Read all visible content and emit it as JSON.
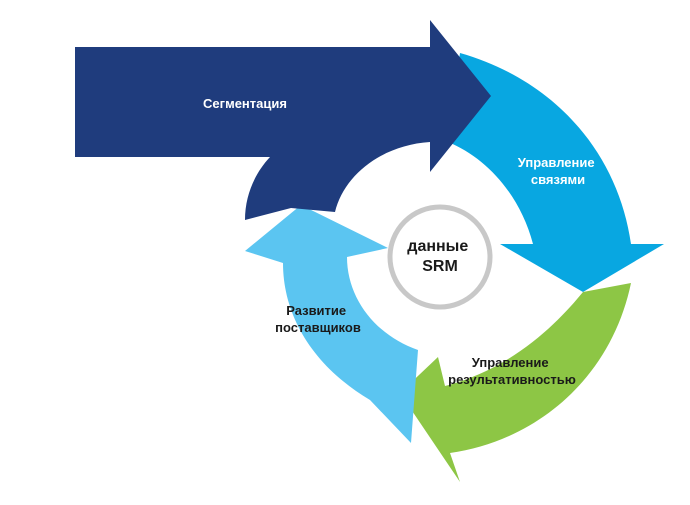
{
  "diagram": {
    "center": {
      "line1": "данные",
      "line2": "SRM"
    },
    "segments": [
      {
        "id": "segmentation",
        "line1": "Сегментация",
        "line2": "",
        "color": "#1f3c7d",
        "text_color": "#ffffff"
      },
      {
        "id": "relationship-management",
        "line1": "Управление",
        "line2": "связями",
        "color": "#08a7e1",
        "text_color": "#ffffff"
      },
      {
        "id": "performance-management",
        "line1": "Управление",
        "line2": "результативностью",
        "color": "#8dc645",
        "text_color": "#1a1a1a"
      },
      {
        "id": "supplier-development",
        "line1": "Развитие",
        "line2": "поставщиков",
        "color": "#5bc5f1",
        "text_color": "#1a1a1a"
      }
    ],
    "center_ring_color": "#c8c8c8"
  }
}
